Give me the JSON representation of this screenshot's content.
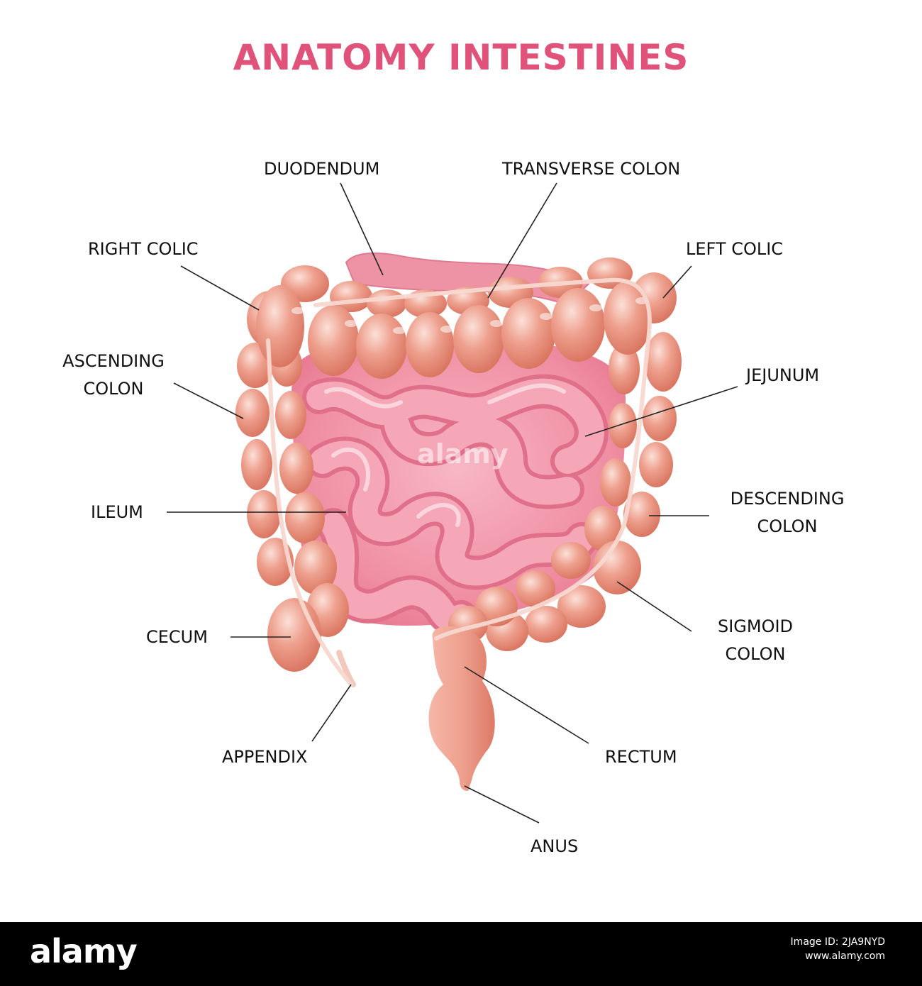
{
  "title": "ANATOMY INTESTINES",
  "colors": {
    "title": "#e0527a",
    "colon": "#e8907c",
    "small_intestine": "#f09aac",
    "band": "#f7d8d0",
    "label_text": "#111111",
    "leader_line": "#222222",
    "footer_bg": "#000000"
  },
  "labels": {
    "duodendum": "DUODENDUM",
    "transverse_colon": "TRANSVERSE COLON",
    "right_colic": "RIGHT COLIC",
    "left_colic": "LEFT COLIC",
    "ascending_colon": [
      "ASCENDING",
      "COLON"
    ],
    "jejunum": "JEJUNUM",
    "ileum": "ILEUM",
    "descending_colon": [
      "DESCENDING",
      "COLON"
    ],
    "cecum": "CECUM",
    "sigmoid_colon": [
      "SIGMOID",
      "COLON"
    ],
    "appendix": "APPENDIX",
    "rectum": "RECTUM",
    "anus": "ANUS"
  },
  "watermark": "alamy",
  "footer": {
    "brand": "alamy",
    "image_id": "Image ID: 2JA9NYD",
    "site": "www.alamy.com"
  }
}
